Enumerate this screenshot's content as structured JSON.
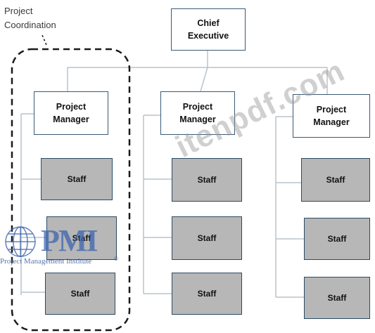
{
  "caption": "Project\nCoordination",
  "chief": "Chief\nExecutive",
  "managers": [
    "Project\nManager",
    "Project\nManager",
    "Project\nManager"
  ],
  "staff_label": "Staff",
  "watermark": "itenpdf.com",
  "logo": {
    "mark": "PMI",
    "caption": "Project Management Institute",
    "registered": "®"
  },
  "colors": {
    "line": "#b9c3cc",
    "box_border": "#3b5a74",
    "staff_fill": "#b7b7b7",
    "dash": "#1a1a1a"
  }
}
